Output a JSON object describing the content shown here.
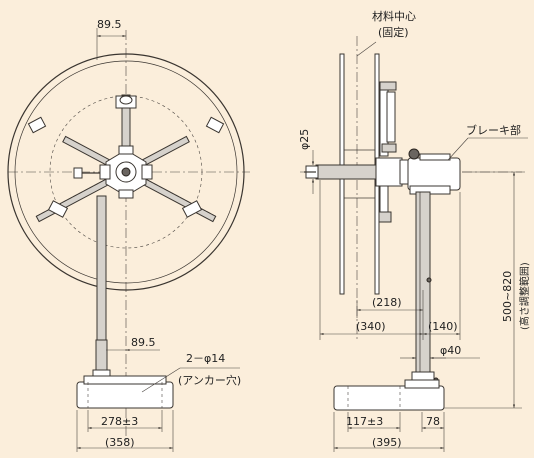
{
  "front_view": {
    "dim_top": "89.5",
    "dim_bottom_offset": "89.5",
    "anchor_label": "2－φ14",
    "anchor_note": "(アンカー穴)",
    "base_inner": "278±3",
    "base_outer": "(358)"
  },
  "side_view": {
    "material_center": "材料中心",
    "material_center_note": "(固定)",
    "shaft_dia": "φ25",
    "brake_label": "ブレーキ部",
    "dim_218": "(218)",
    "dim_340": "(340)",
    "dim_140": "(140)",
    "dim_post": "φ40",
    "height_range": "500~820",
    "height_note": "(高さ調整範囲)",
    "base_inner": "117±3",
    "base_right": "78",
    "base_outer": "(395)"
  }
}
